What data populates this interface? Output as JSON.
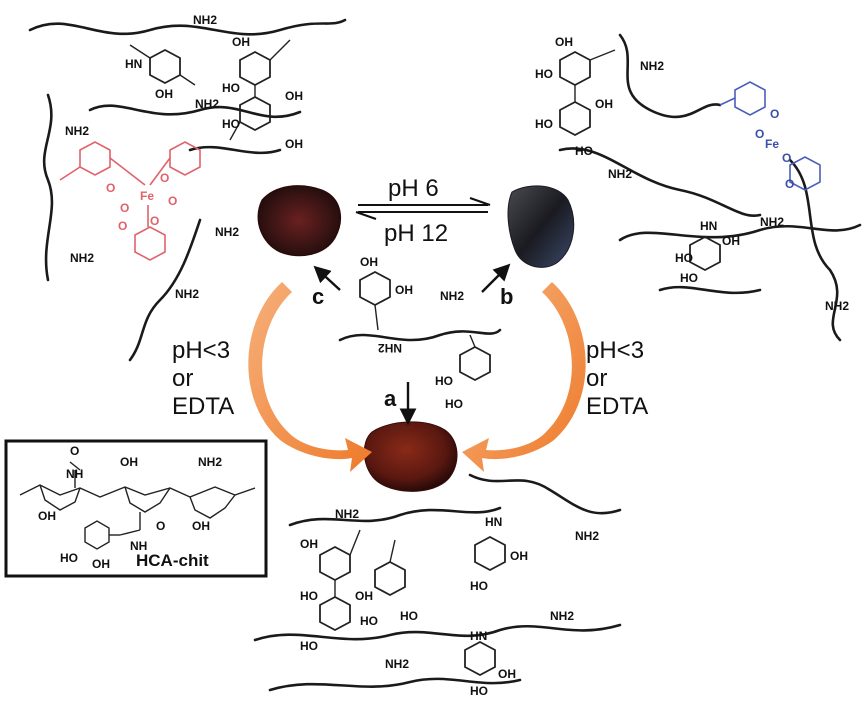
{
  "conditions": {
    "forward": "pH 6",
    "reverse": "pH 12",
    "left_reagent": [
      "pH<3",
      "or",
      "EDTA"
    ],
    "right_reagent": [
      "pH<3",
      "or",
      "EDTA"
    ]
  },
  "state_labels": {
    "a": "a",
    "b": "b",
    "c": "c"
  },
  "groups": {
    "nh2": "NH2",
    "oh": "OH",
    "ho": "HO",
    "hn": "HN",
    "fe": "Fe",
    "o": "O"
  },
  "inset": {
    "caption": "HCA-chit",
    "nh": "NH",
    "nh2": "NH2",
    "oh": "OH",
    "ho": "HO",
    "o": "O"
  },
  "colors": {
    "arrow_orange": "#f08a3a",
    "fe_complex_red": "#e0626a",
    "fe_complex_blue": "#3a4fa8",
    "gel_dark": "#2a1410",
    "gel_brown": "#6a1c12"
  }
}
